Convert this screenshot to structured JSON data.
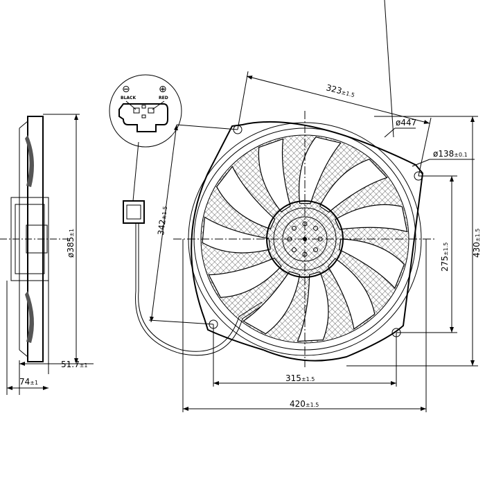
{
  "title": "Radiator cooling fan assembly dimension drawing",
  "connector": {
    "minus_symbol": "⊖",
    "plus_symbol": "⊕",
    "black_label": "BLACK",
    "red_label": "RED"
  },
  "dimensions": {
    "d323": {
      "value": "323",
      "tol": "±1.5"
    },
    "d447": {
      "value": "ø447",
      "tol": ""
    },
    "d138": {
      "value": "ø138",
      "tol": "±0.1"
    },
    "d342": {
      "value": "342",
      "tol": "±1.5"
    },
    "d430": {
      "value": "430",
      "tol": "±1.5"
    },
    "d275": {
      "value": "275",
      "tol": "±1.5"
    },
    "d385": {
      "value": "ø385",
      "tol": "±1"
    },
    "d51_7": {
      "value": "51.7",
      "tol": "±1"
    },
    "d74": {
      "value": "74",
      "tol": "±1"
    },
    "d315": {
      "value": "315",
      "tol": "±1.5"
    },
    "d420": {
      "value": "420",
      "tol": "±1.5"
    }
  },
  "fan": {
    "blade_count": 11
  }
}
